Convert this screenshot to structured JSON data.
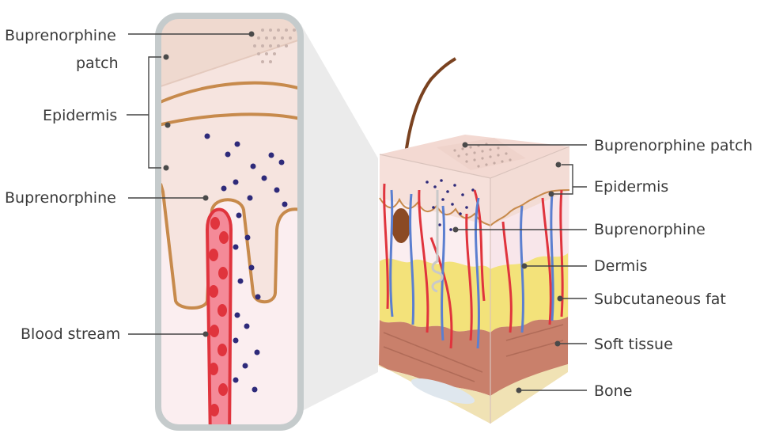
{
  "left_labels": {
    "patch_line1": "Buprenorphine",
    "patch_line2": "patch",
    "epidermis": "Epidermis",
    "buprenorphine": "Buprenorphine",
    "blood_stream": "Blood stream"
  },
  "right_labels": {
    "patch": "Buprenorphine patch",
    "epidermis": "Epidermis",
    "buprenorphine": "Buprenorphine",
    "dermis": "Dermis",
    "subcutaneous_fat": "Subcutaneous fat",
    "soft_tissue": "Soft tissue",
    "bone": "Bone"
  },
  "colors": {
    "patch": "#efd9cf",
    "epidermis": "#f6e4df",
    "dermis": "#fbeef0",
    "outline_brown": "#c78a4c",
    "blood_red": "#e0343d",
    "vein_blue": "#5b7fd0",
    "drug_dot": "#2e2a7a",
    "fat_yellow": "#f3e27a",
    "muscle": "#c9806b",
    "bone": "#f0e2b4",
    "frame": "#c5cbcc"
  }
}
